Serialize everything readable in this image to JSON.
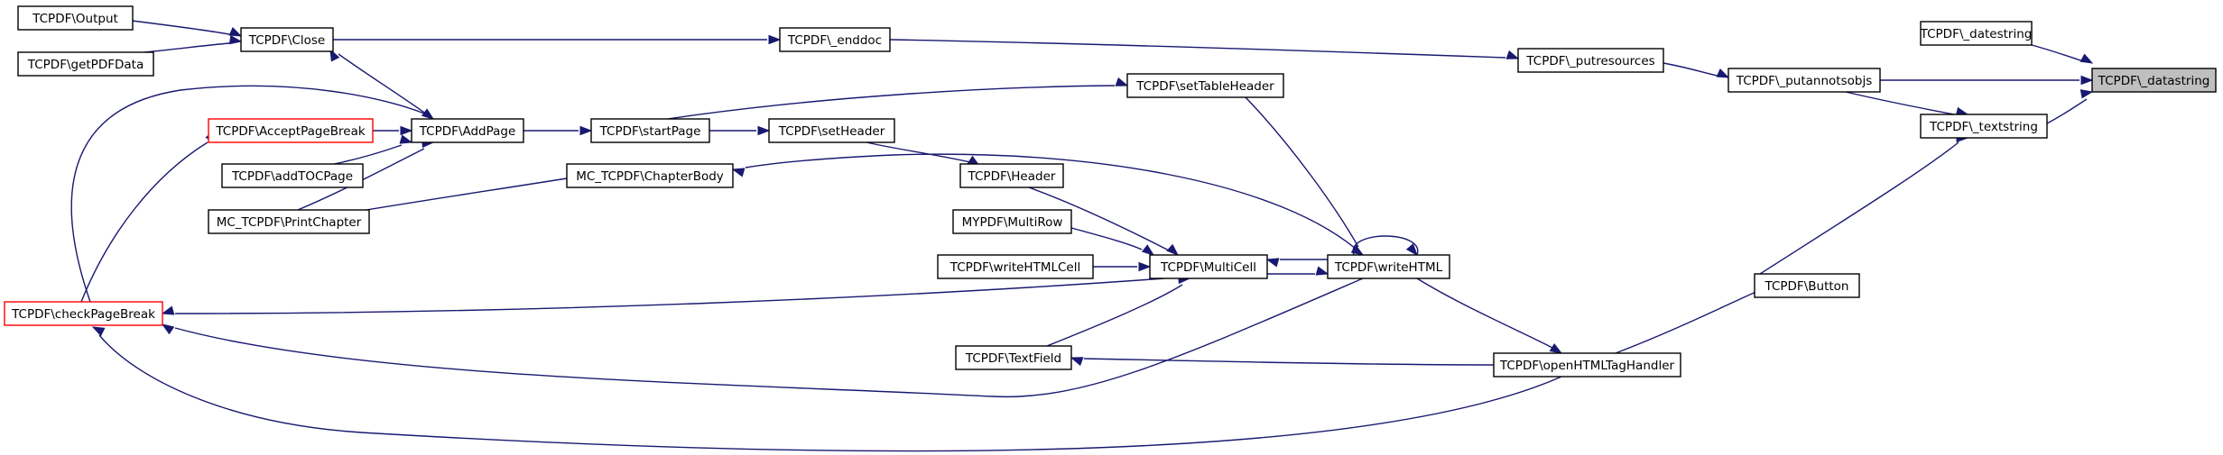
{
  "colors": {
    "edge": "#191970",
    "node_border": "#000000",
    "truncated_border": "#ff0000",
    "focus_fill": "#bfbfbf",
    "node_fill": "#ffffff"
  },
  "nodes": {
    "datestring_focus": {
      "label": "TCPDF\\_datastring",
      "kind": "focus"
    },
    "datestring": {
      "label": "TCPDF\\_datestring",
      "kind": "normal"
    },
    "textstring": {
      "label": "TCPDF\\_textstring",
      "kind": "normal"
    },
    "putannotsobjs": {
      "label": "TCPDF\\_putannotsobjs",
      "kind": "normal"
    },
    "putresources": {
      "label": "TCPDF\\_putresources",
      "kind": "normal"
    },
    "enddoc": {
      "label": "TCPDF\\_enddoc",
      "kind": "normal"
    },
    "close": {
      "label": "TCPDF\\Close",
      "kind": "normal"
    },
    "output": {
      "label": "TCPDF\\Output",
      "kind": "normal"
    },
    "getpdfdata": {
      "label": "TCPDF\\getPDFData",
      "kind": "normal"
    },
    "addpage": {
      "label": "TCPDF\\AddPage",
      "kind": "normal"
    },
    "acceptpagebreak": {
      "label": "TCPDF\\AcceptPageBreak",
      "kind": "truncated"
    },
    "addtocpage": {
      "label": "TCPDF\\addTOCPage",
      "kind": "normal"
    },
    "printchapter": {
      "label": "MC_TCPDF\\PrintChapter",
      "kind": "normal"
    },
    "checkpagebreak": {
      "label": "TCPDF\\checkPageBreak",
      "kind": "truncated"
    },
    "startpage": {
      "label": "TCPDF\\startPage",
      "kind": "normal"
    },
    "settableheader": {
      "label": "TCPDF\\setTableHeader",
      "kind": "normal"
    },
    "setheader": {
      "label": "TCPDF\\setHeader",
      "kind": "normal"
    },
    "chapterbody": {
      "label": "MC_TCPDF\\ChapterBody",
      "kind": "normal"
    },
    "header": {
      "label": "TCPDF\\Header",
      "kind": "normal"
    },
    "multirow": {
      "label": "MYPDF\\MultiRow",
      "kind": "normal"
    },
    "writehtmlcell": {
      "label": "TCPDF\\writeHTMLCell",
      "kind": "normal"
    },
    "multicell": {
      "label": "TCPDF\\MultiCell",
      "kind": "normal"
    },
    "writehtml": {
      "label": "TCPDF\\writeHTML",
      "kind": "normal"
    },
    "textfield": {
      "label": "TCPDF\\TextField",
      "kind": "normal"
    },
    "button": {
      "label": "TCPDF\\Button",
      "kind": "normal"
    },
    "openhtmltaghandler": {
      "label": "TCPDF\\openHTMLTagHandler",
      "kind": "normal"
    }
  }
}
